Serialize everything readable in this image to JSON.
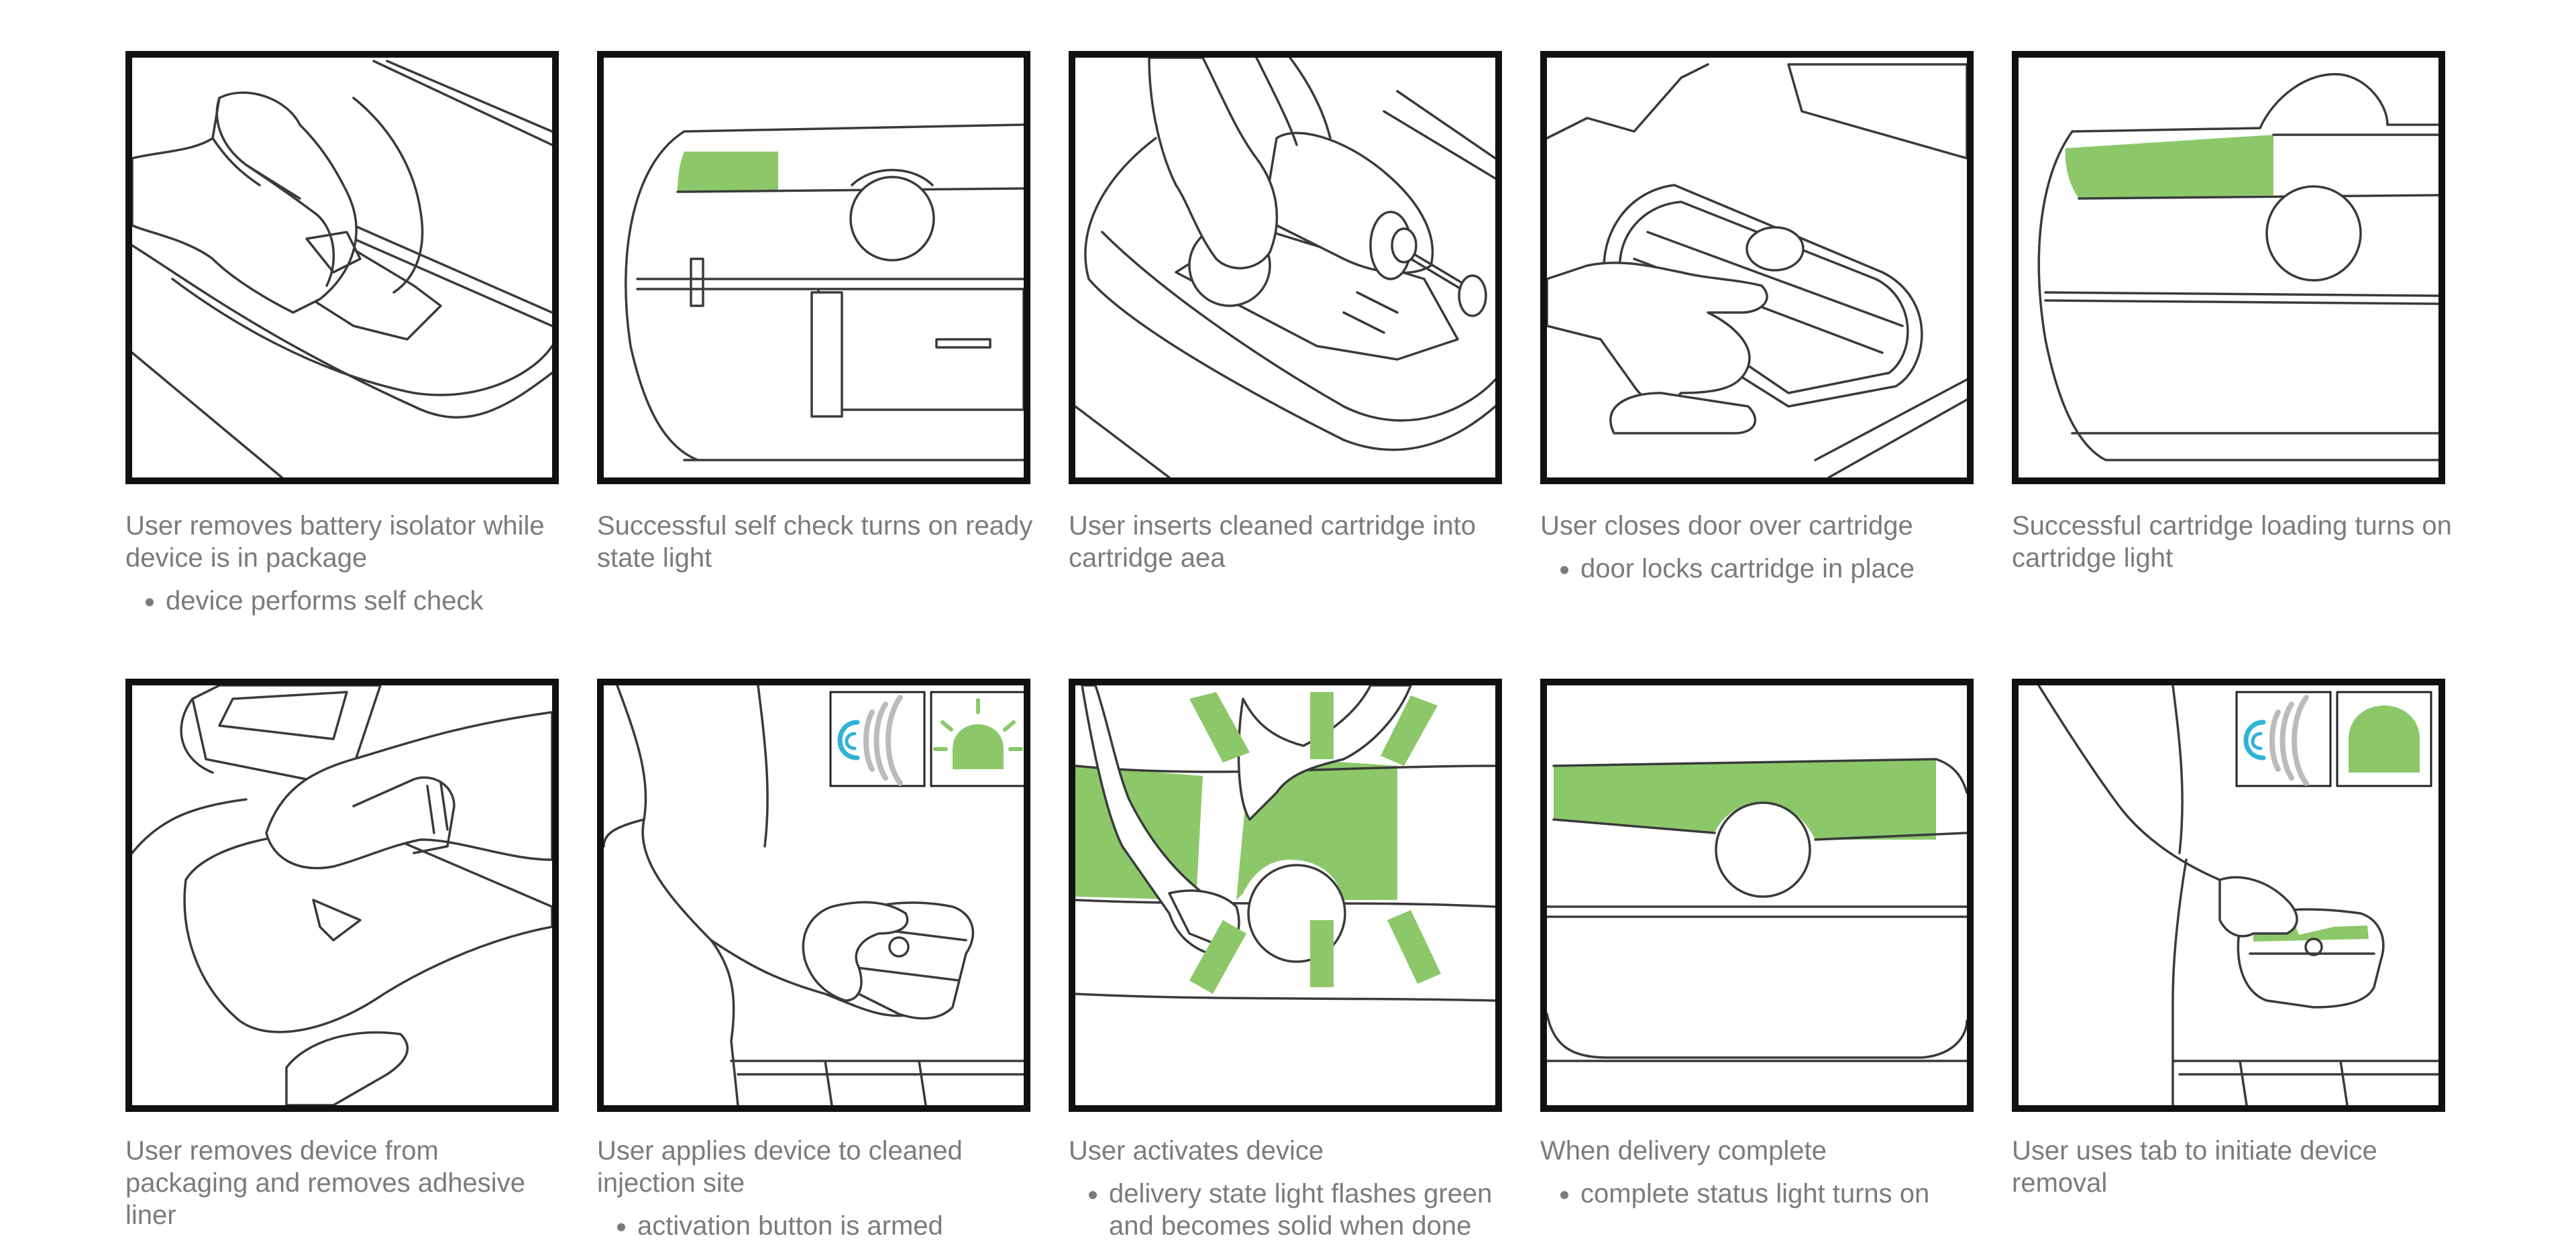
{
  "steps": [
    {
      "caption": "User removes battery isolator while device is in package",
      "bullets": [
        "device performs self check"
      ]
    },
    {
      "caption": "Successful self check turns on ready state light",
      "bullets": []
    },
    {
      "caption": "User inserts cleaned cartridge into cartridge aea",
      "bullets": []
    },
    {
      "caption": "User closes door over cartridge",
      "bullets": [
        "door locks cartridge in place"
      ]
    },
    {
      "caption": "Successful cartridge loading turns on cartridge light",
      "bullets": []
    },
    {
      "caption": "User removes device from packaging and removes adhesive liner",
      "bullets": []
    },
    {
      "caption": "User applies device to cleaned injection site",
      "bullets": [
        "activation button is armed"
      ]
    },
    {
      "caption": "User activates device",
      "bullets": [
        "delivery state light flashes green and becomes solid when done"
      ]
    },
    {
      "caption": "When delivery complete",
      "bullets": [
        "complete status light turns on"
      ]
    },
    {
      "caption": "User uses tab to initiate device removal",
      "bullets": []
    }
  ],
  "colors": {
    "indicator_green": "#8cc86a",
    "sound_icon_cyan": "#2fb3d6",
    "caption_gray": "#7b7b7b",
    "frame_black": "#111111"
  },
  "icons": [
    "ear-sound-icon",
    "green-light-icon"
  ]
}
